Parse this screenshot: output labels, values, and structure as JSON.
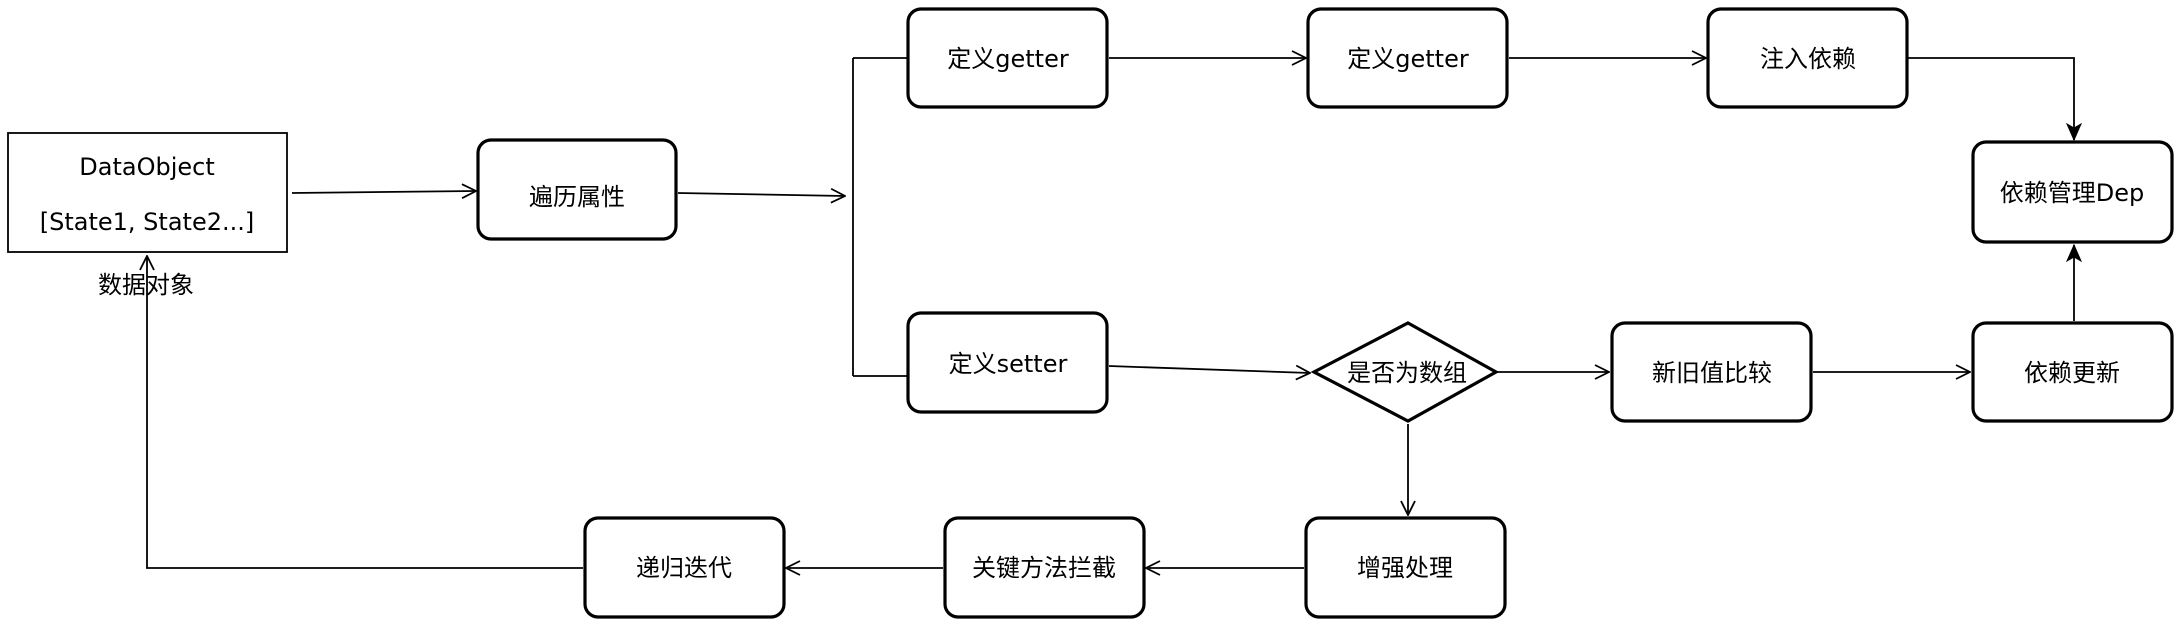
{
  "nodes": {
    "data_object": {
      "line1": "DataObject",
      "line2": "[State1, State2...]",
      "caption": "数据对象"
    },
    "traverse": "遍历属性",
    "define_getter_1": "定义getter",
    "define_getter_2": "定义getter",
    "inject_dep": "注入依赖",
    "dep_manager": "依赖管理Dep",
    "define_setter": "定义setter",
    "is_array": "是否为数组",
    "compare": "新旧值比较",
    "dep_update": "依赖更新",
    "enhance": "增强处理",
    "intercept": "关键方法拦截",
    "recurse": "递归迭代"
  }
}
